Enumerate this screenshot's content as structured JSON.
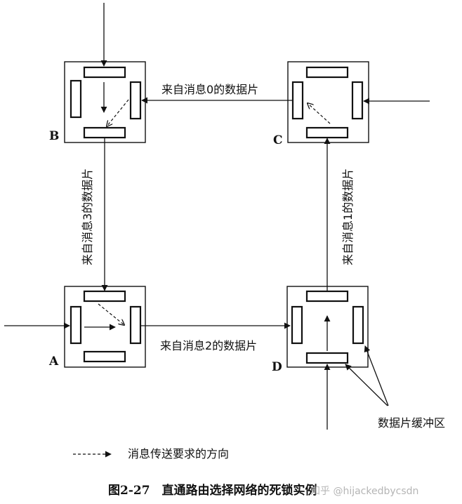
{
  "figure": {
    "caption": "图2-27　直通路由选择网络的死锁实例",
    "watermark": "知乎 @hijackedbycsdn"
  },
  "nodes": {
    "a": {
      "label": "A"
    },
    "b": {
      "label": "B"
    },
    "c": {
      "label": "C"
    },
    "d": {
      "label": "D"
    }
  },
  "links": {
    "c_to_b": "来自消息0的数据片",
    "d_to_c": "来自消息1的数据片",
    "a_to_d": "来自消息2的数据片",
    "b_to_a": "来自消息3的数据片"
  },
  "annotations": {
    "buffer": "数据片缓冲区"
  },
  "legend": {
    "dashed_arrow": "消息传送要求的方向"
  },
  "colors": {
    "ink": "#111111"
  }
}
